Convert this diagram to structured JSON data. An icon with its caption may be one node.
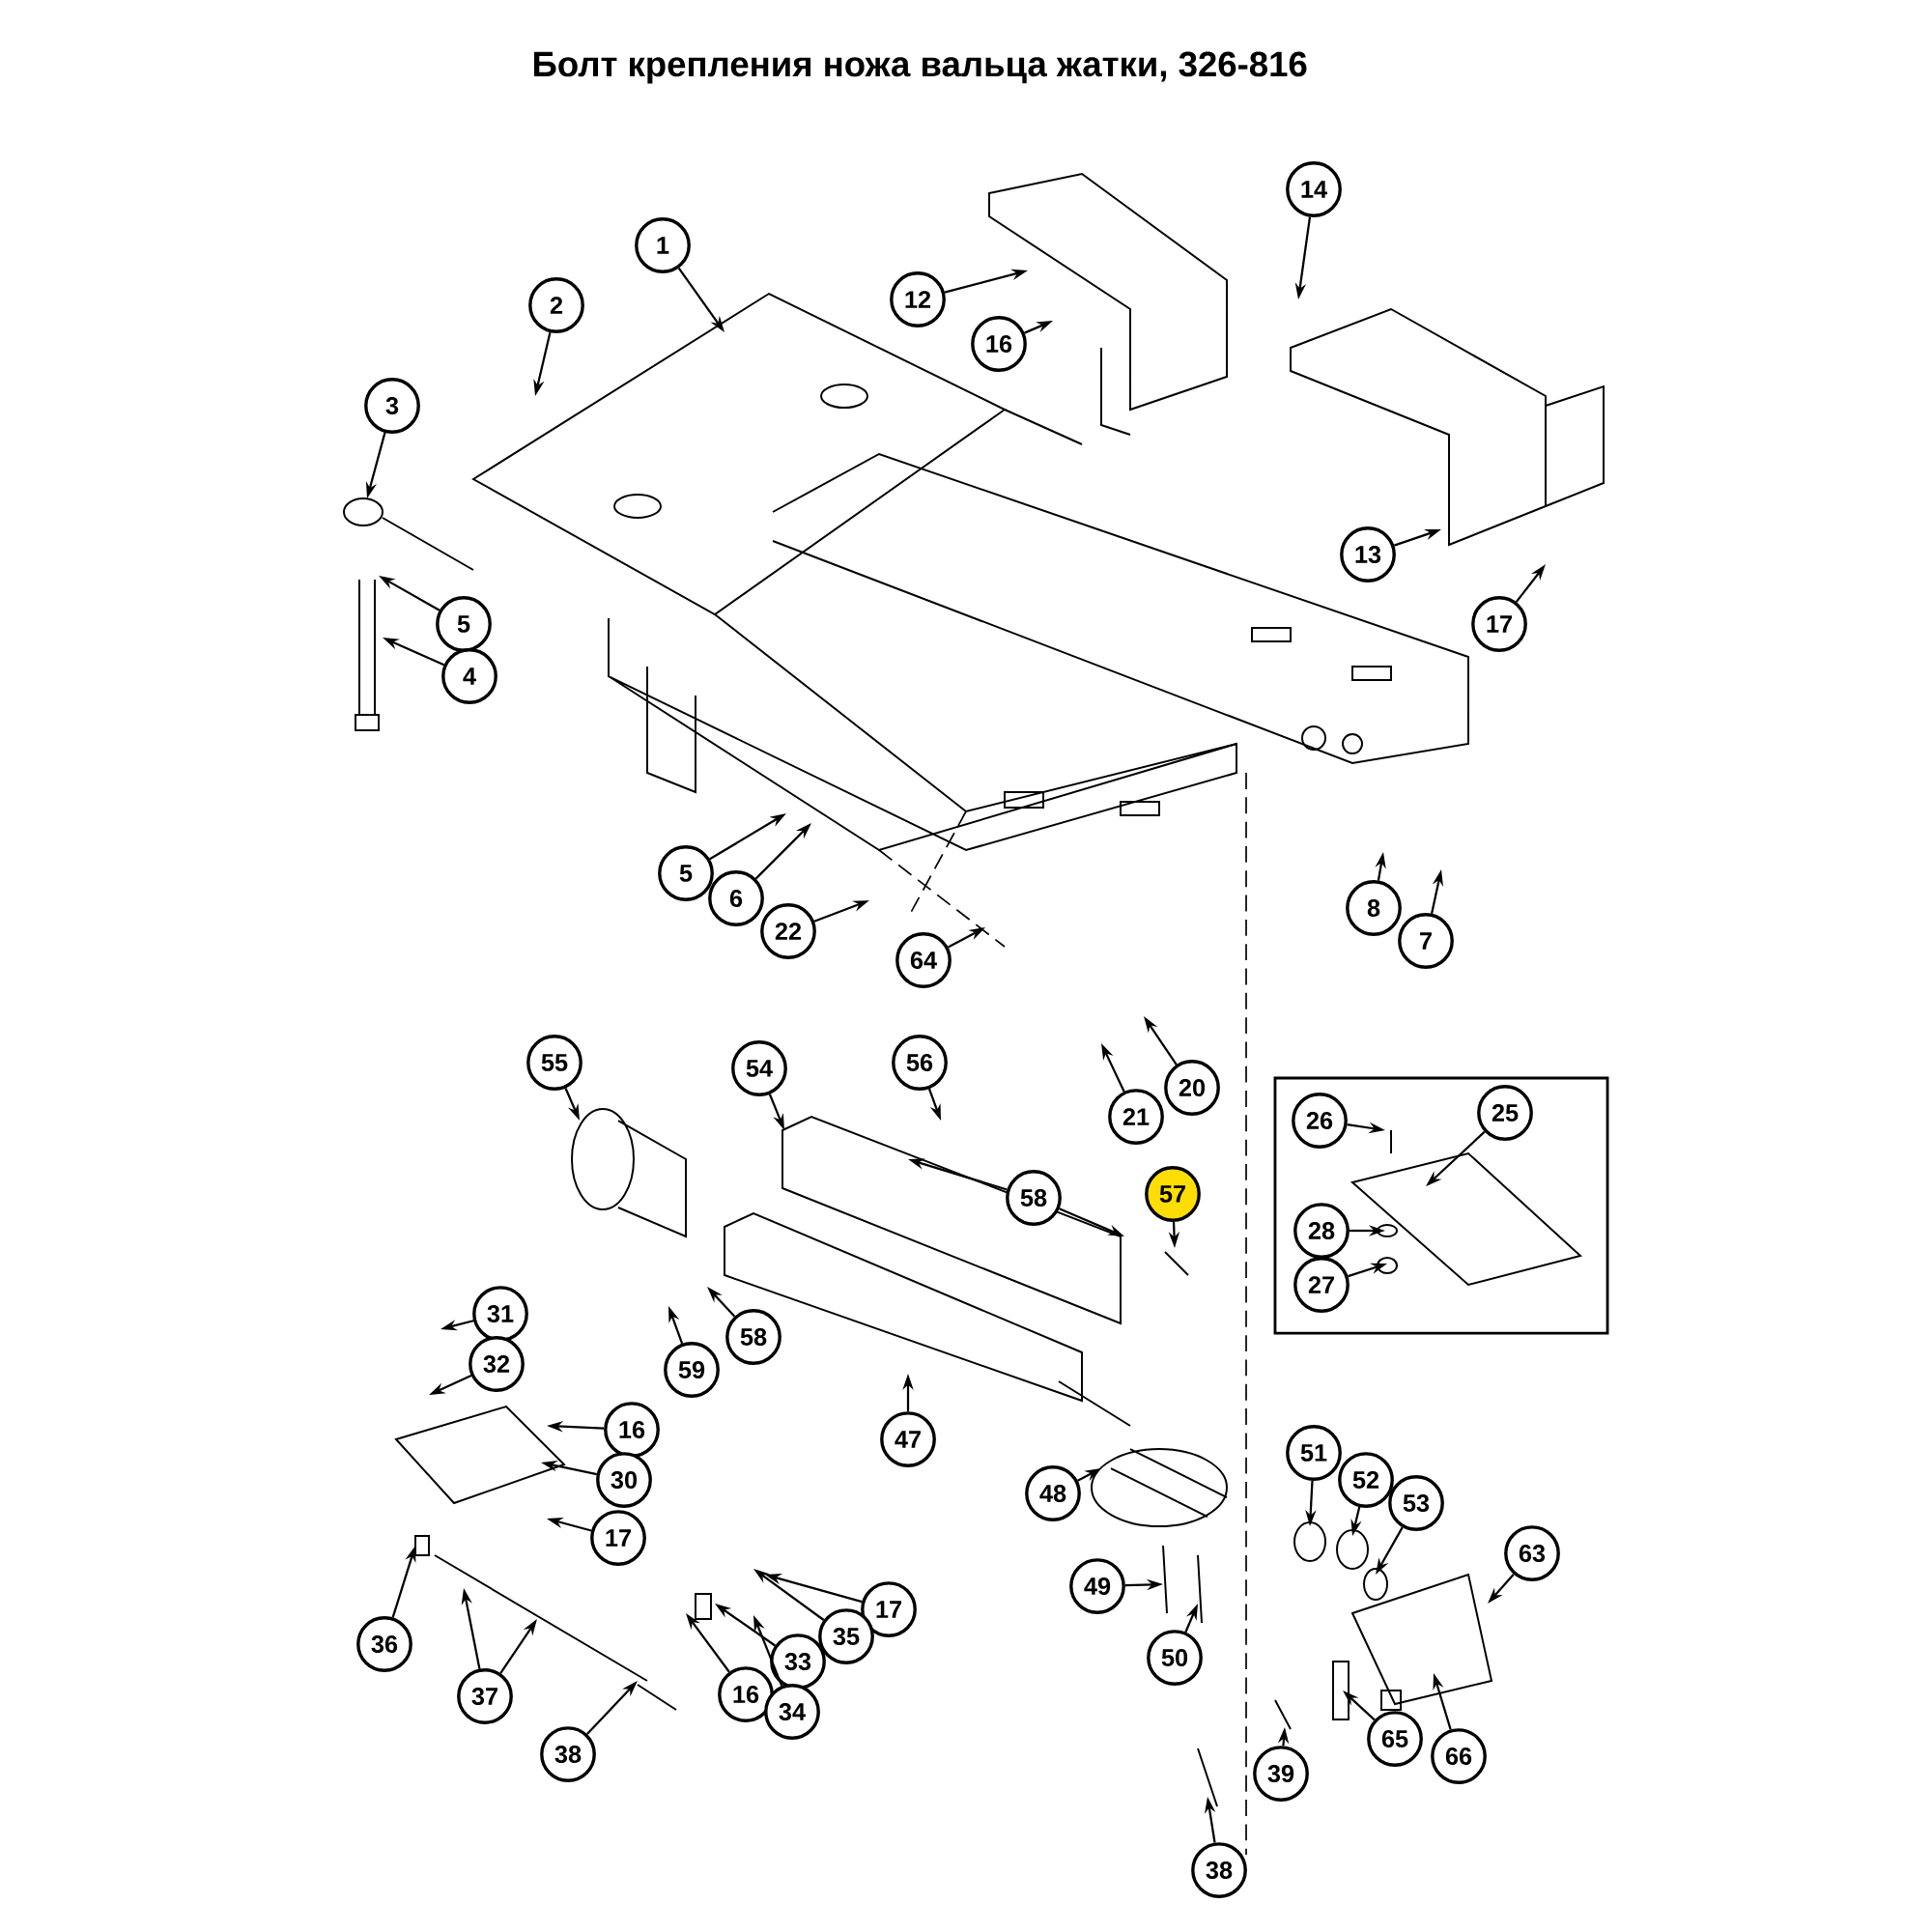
{
  "diagram": {
    "title": "Болт крепления ножа вальца жатки, 326-816",
    "nodes": [
      {
        "text": [
          "1"
        ]
      },
      {
        "text": [
          "2"
        ]
      },
      {
        "text": [
          "3"
        ]
      },
      {
        "text": [
          "5"
        ]
      },
      {
        "text": [
          "4"
        ]
      },
      {
        "text": [
          "12"
        ]
      },
      {
        "text": [
          "16"
        ]
      },
      {
        "text": [
          "14"
        ]
      },
      {
        "text": [
          "13"
        ]
      },
      {
        "text": [
          "17"
        ]
      },
      {
        "text": [
          "5"
        ]
      },
      {
        "text": [
          "6"
        ]
      },
      {
        "text": [
          "22"
        ]
      },
      {
        "text": [
          "64"
        ]
      },
      {
        "text": [
          "8"
        ]
      },
      {
        "text": [
          "7"
        ]
      },
      {
        "text": [
          "20"
        ]
      },
      {
        "text": [
          "21"
        ]
      },
      {
        "text": [
          "55"
        ]
      },
      {
        "text": [
          "54"
        ]
      },
      {
        "text": [
          "56"
        ]
      },
      {
        "text": [
          "58"
        ]
      },
      {
        "text": [
          "57"
        ]
      },
      {
        "text": [],
        "shape": "box"
      },
      {
        "text": [
          "26"
        ],
        "in": 23
      },
      {
        "text": [
          "25"
        ],
        "in": 23
      },
      {
        "text": [
          "28"
        ],
        "in": 23
      },
      {
        "text": [
          "27"
        ],
        "in": 23
      },
      {
        "text": [
          "31"
        ]
      },
      {
        "text": [
          "32"
        ]
      },
      {
        "text": [
          "58"
        ]
      },
      {
        "text": [
          "59"
        ]
      },
      {
        "text": [
          "16"
        ]
      },
      {
        "text": [
          "30"
        ]
      },
      {
        "text": [
          "17"
        ]
      },
      {
        "text": [
          "47"
        ]
      },
      {
        "text": [
          "48"
        ]
      },
      {
        "text": [
          "51"
        ]
      },
      {
        "text": [
          "52"
        ]
      },
      {
        "text": [
          "53"
        ]
      },
      {
        "text": [
          "49"
        ]
      },
      {
        "text": [
          "50"
        ]
      },
      {
        "text": [
          "63"
        ]
      },
      {
        "text": [
          "17"
        ]
      },
      {
        "text": [
          "35"
        ]
      },
      {
        "text": [
          "33"
        ]
      },
      {
        "text": [
          "16"
        ]
      },
      {
        "text": [
          "34"
        ]
      },
      {
        "text": [
          "36"
        ]
      },
      {
        "text": [
          "37"
        ]
      },
      {
        "text": [
          "38"
        ]
      },
      {
        "text": [
          "39"
        ]
      },
      {
        "text": [
          "38"
        ]
      },
      {
        "text": [
          "65"
        ]
      },
      {
        "text": [
          "66"
        ]
      }
    ],
    "edges": [
      {
        "from": 0,
        "to": null,
        "arrow": "to"
      },
      {
        "from": 1,
        "to": null,
        "arrow": "to"
      },
      {
        "from": 2,
        "to": null,
        "arrow": "to"
      },
      {
        "from": 3,
        "to": null,
        "arrow": "to"
      },
      {
        "from": 4,
        "to": null,
        "arrow": "to"
      },
      {
        "from": 5,
        "to": null,
        "arrow": "to"
      },
      {
        "from": 6,
        "to": null,
        "arrow": "to"
      },
      {
        "from": 7,
        "to": null,
        "arrow": "to"
      },
      {
        "from": 8,
        "to": null,
        "arrow": "to"
      },
      {
        "from": 9,
        "to": null,
        "arrow": "to"
      },
      {
        "from": 10,
        "to": null,
        "arrow": "to"
      },
      {
        "from": 11,
        "to": null,
        "arrow": "to"
      },
      {
        "from": 12,
        "to": null,
        "arrow": "to"
      },
      {
        "from": 13,
        "to": null,
        "arrow": "to"
      },
      {
        "from": 14,
        "to": null,
        "arrow": "to"
      },
      {
        "from": 15,
        "to": null,
        "arrow": "to"
      },
      {
        "from": 16,
        "to": null,
        "arrow": "to"
      },
      {
        "from": 17,
        "to": null,
        "arrow": "to"
      },
      {
        "from": 18,
        "to": null,
        "arrow": "to"
      },
      {
        "from": 19,
        "to": null,
        "arrow": "to"
      },
      {
        "from": 20,
        "to": null,
        "arrow": "to"
      },
      {
        "from": 21,
        "to": null,
        "arrow": "to"
      },
      {
        "from": 21,
        "to": null,
        "arrow": "to"
      },
      {
        "from": 22,
        "to": null,
        "arrow": "to"
      },
      {
        "from": 24,
        "to": null,
        "arrow": "to"
      },
      {
        "from": 25,
        "to": null,
        "arrow": "to"
      },
      {
        "from": 26,
        "to": null,
        "arrow": "to"
      },
      {
        "from": 27,
        "to": null,
        "arrow": "to"
      },
      {
        "from": 28,
        "to": null,
        "arrow": "to"
      },
      {
        "from": 29,
        "to": null,
        "arrow": "to"
      },
      {
        "from": 30,
        "to": null,
        "arrow": "to"
      },
      {
        "from": 31,
        "to": null,
        "arrow": "to"
      },
      {
        "from": 32,
        "to": null,
        "arrow": "to"
      },
      {
        "from": 33,
        "to": null,
        "arrow": "to"
      },
      {
        "from": 34,
        "to": null,
        "arrow": "to"
      },
      {
        "from": 35,
        "to": null,
        "arrow": "to"
      },
      {
        "from": 36,
        "to": null,
        "arrow": "to"
      },
      {
        "from": 37,
        "to": null,
        "arrow": "to"
      },
      {
        "from": 38,
        "to": null,
        "arrow": "to"
      },
      {
        "from": 39,
        "to": null,
        "arrow": "to"
      },
      {
        "from": 40,
        "to": null,
        "arrow": "to"
      },
      {
        "from": 41,
        "to": null,
        "arrow": "to"
      },
      {
        "from": 42,
        "to": null,
        "arrow": "to"
      },
      {
        "from": 43,
        "to": null,
        "arrow": "to"
      },
      {
        "from": 44,
        "to": null,
        "arrow": "to"
      },
      {
        "from": 45,
        "to": null,
        "arrow": "to"
      },
      {
        "from": 46,
        "to": null,
        "arrow": "to"
      },
      {
        "from": 47,
        "to": null,
        "arrow": "to"
      },
      {
        "from": 48,
        "to": null,
        "arrow": "to"
      },
      {
        "from": 49,
        "to": null,
        "arrow": "to"
      },
      {
        "from": 49,
        "to": null,
        "arrow": "to"
      },
      {
        "from": 50,
        "to": null,
        "arrow": "to"
      },
      {
        "from": 51,
        "to": null,
        "arrow": "to"
      },
      {
        "from": 52,
        "to": null,
        "arrow": "to"
      },
      {
        "from": 53,
        "to": null,
        "arrow": "to"
      },
      {
        "from": 54,
        "to": null,
        "arrow": "to"
      }
    ]
  }
}
